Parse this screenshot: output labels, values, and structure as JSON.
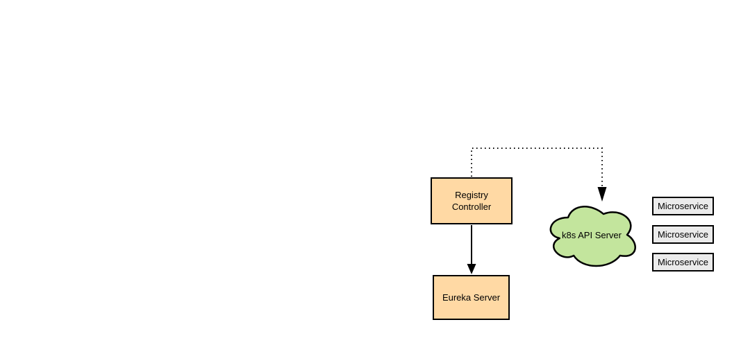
{
  "canvas": {
    "background_color": "#FFFFFF",
    "stroke_color": "#000000"
  },
  "diagram": {
    "nodes": {
      "registry_controller": {
        "label": "Registry\nController",
        "shape": "rectangle",
        "fill": "#FFD9A4"
      },
      "eureka_server": {
        "label": "Eureka Server",
        "shape": "rectangle",
        "fill": "#FFD9A4"
      },
      "k8s_api_server": {
        "label": "k8s API Server",
        "shape": "cloud",
        "fill": "#C3E59D"
      }
    },
    "microservices": [
      {
        "label": "Microservice",
        "fill": "#EBEBEB"
      },
      {
        "label": "Microservice",
        "fill": "#EBEBEB"
      },
      {
        "label": "Microservice",
        "fill": "#EBEBEB"
      }
    ],
    "edges": [
      {
        "from": "Registry Controller",
        "to": "Eureka Server",
        "style": "solid",
        "arrowhead": "filled-triangle"
      },
      {
        "from": "Registry Controller",
        "to": "k8s API Server",
        "style": "dotted",
        "arrowhead": "filled-triangle"
      }
    ]
  }
}
